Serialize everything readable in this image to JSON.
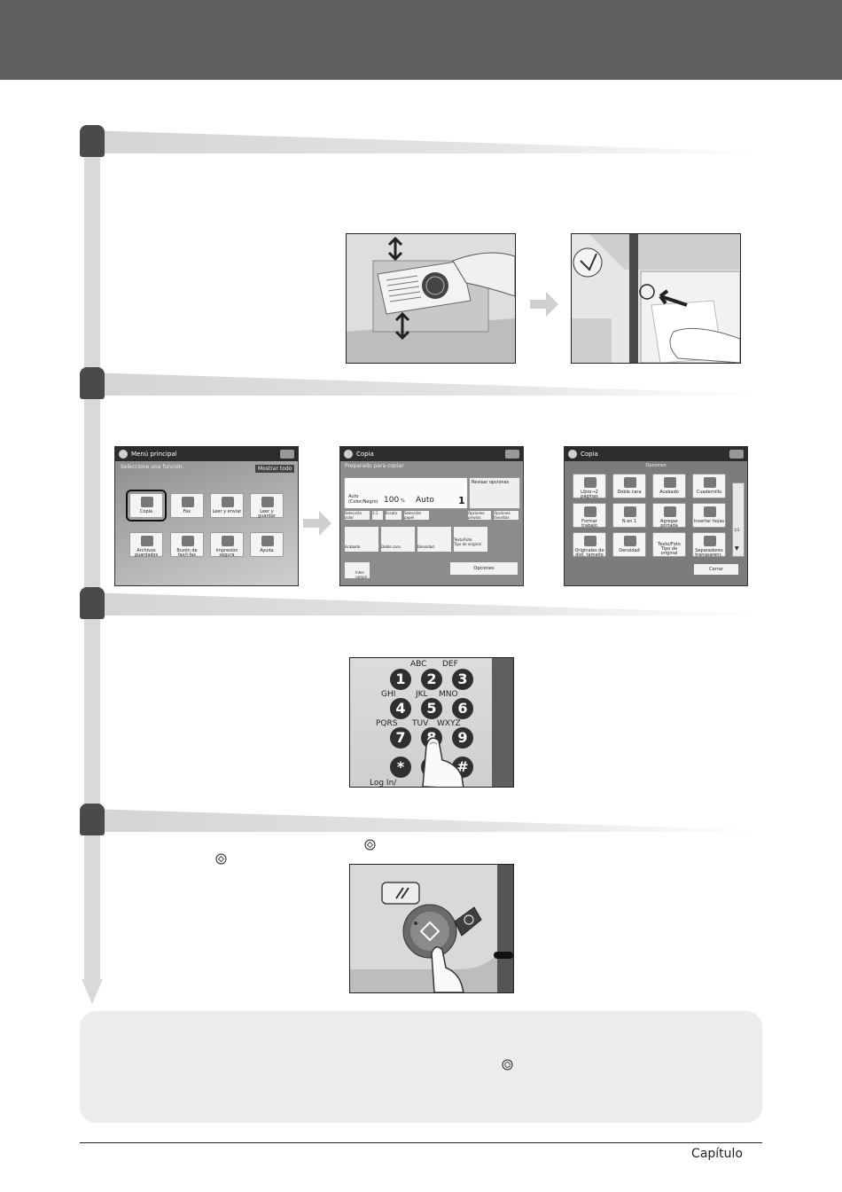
{
  "footer": {
    "chapter_label": "Capítulo"
  },
  "screen1": {
    "title": "Menú principal",
    "prompt": "Seleccione una función.",
    "show_all": "Mostrar todo",
    "tiles": [
      "Copia",
      "Fax",
      "Leer y enviar",
      "Leer y guardar",
      "Archivos guardados",
      "Buzón de fax/I-fax",
      "Impresión segura",
      "Ayuda"
    ]
  },
  "screen2": {
    "title": "Copia",
    "status": "Preparado para copiar",
    "color_mode": "Auto (Color/Negro)",
    "zoom": "100",
    "zoom_unit": "%",
    "paper": "Auto",
    "copies": "1",
    "check_settings": "Revisar opciones",
    "row_buttons": [
      "Selección color",
      "1:1",
      "Escala",
      "Selección papel",
      "Opciones previas",
      "Opciones favoritas"
    ],
    "func_buttons": [
      "Acabado",
      "Doble cara",
      "Densidad",
      "Tipo de original"
    ],
    "text_photo": "Texto/Foto",
    "interrupt": "Inter-rumpir",
    "options": "Opciones"
  },
  "screen3": {
    "title": "Copia",
    "subtitle": "Opciones",
    "items": [
      "Libro→2 páginas",
      "Doble cara",
      "Acabado",
      "Cuadernillo",
      "Formar trabajo",
      "N en 1",
      "Agregar portada",
      "Insertar hojas",
      "Originales de dist. tamaño",
      "Densidad",
      "Tipo de original",
      "Separadores transparenc."
    ],
    "text_photo": "Texto/Foto",
    "page_indicator": "1/3",
    "close": "Cerrar"
  },
  "keypad": {
    "keys": [
      "1",
      "2",
      "3",
      "4",
      "5",
      "6",
      "7",
      "8",
      "9",
      "*",
      "0",
      "#"
    ],
    "letters": [
      "ABC",
      "DEF",
      "GHI",
      "JKL",
      "MNO",
      "PQRS",
      "TUV",
      "WXYZ"
    ],
    "login": "Log In/"
  }
}
